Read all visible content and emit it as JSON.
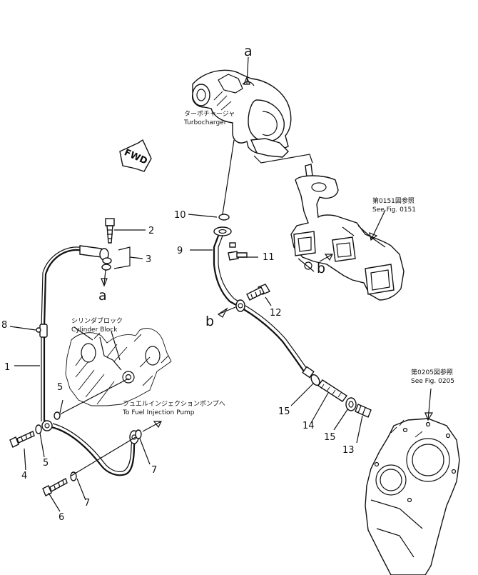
{
  "direction_marker": "FWD",
  "refs": {
    "a_top": "a",
    "a_bottom": "a",
    "b_pipe": "b",
    "b_manifold": "b"
  },
  "turbocharger": {
    "label_jp": "ターボチャージャ",
    "label_en": "Turbocharger"
  },
  "cylinder_block": {
    "label_jp": "シリンダブロック",
    "label_en": "Cylinder Block"
  },
  "fuel_pump_note": {
    "label_jp": "フュエルインジェクションポンプへ",
    "label_en": "To Fuel Injection Pump"
  },
  "fig_0151": {
    "label_jp": "第0151図参照",
    "label_en": "See Fig. 0151"
  },
  "fig_0205": {
    "label_jp": "第0205図参照",
    "label_en": "See Fig. 0205"
  },
  "callouts": {
    "c1": "1",
    "c2": "2",
    "c3": "3",
    "c4": "4",
    "c5a": "5",
    "c5b": "5",
    "c6": "6",
    "c7a": "7",
    "c7b": "7",
    "c8": "8",
    "c9": "9",
    "c10": "10",
    "c11": "11",
    "c12": "12",
    "c13": "13",
    "c14": "14",
    "c15a": "15",
    "c15b": "15"
  }
}
